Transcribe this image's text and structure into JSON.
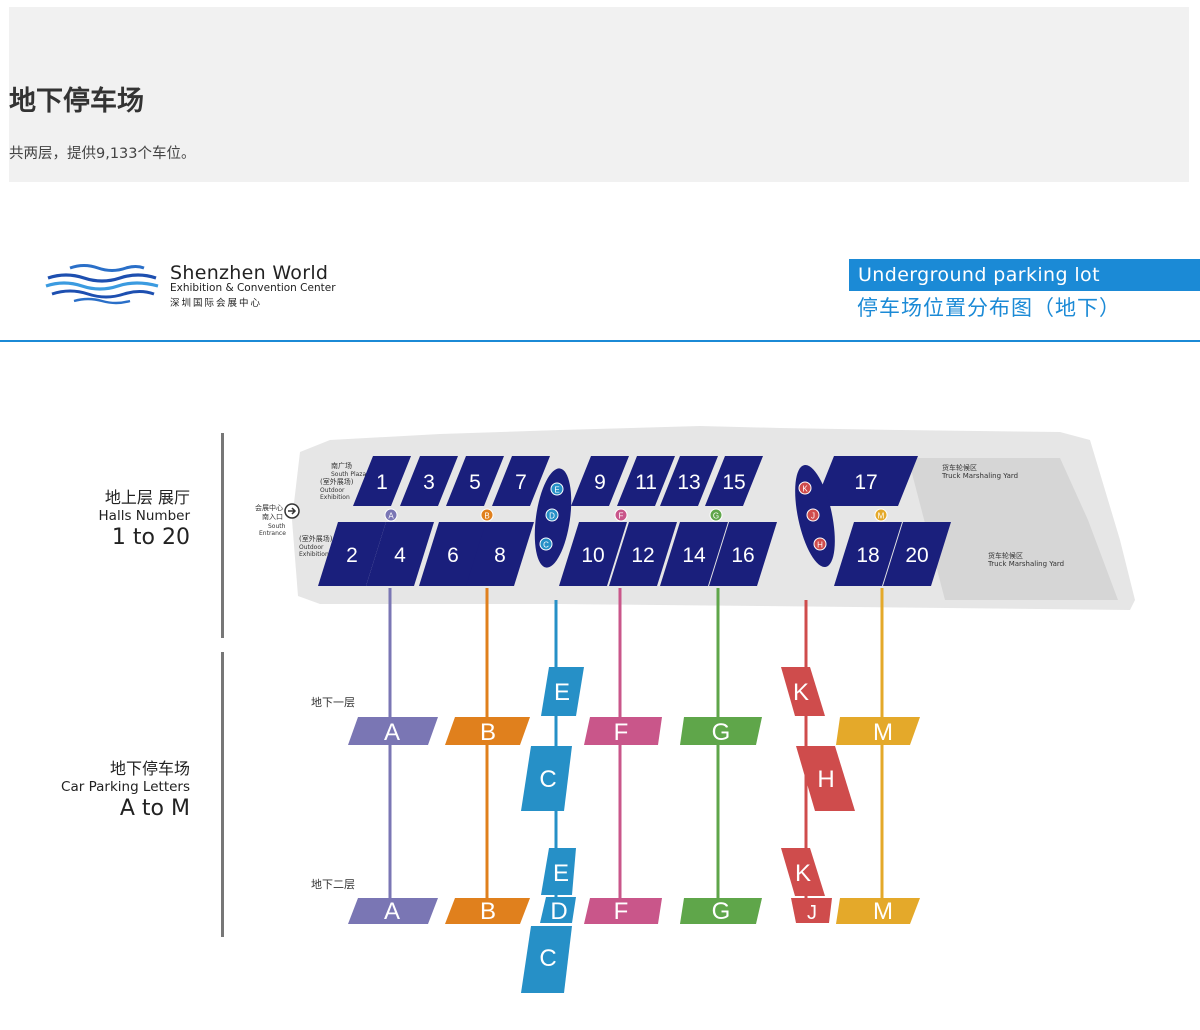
{
  "info": {
    "title": "地下停车场",
    "description": "共两层，提供9,133个车位。"
  },
  "logo": {
    "name": "Shenzhen World",
    "subtitle": "Exhibition & Convention Center",
    "chinese": "深圳国际会展中心"
  },
  "banner": {
    "english": "Underground parking lot",
    "chinese": "停车场位置分布图（地下）"
  },
  "left_labels": {
    "halls_cn": "地上层 展厅",
    "halls_en": "Halls Number",
    "halls_range": "1 to 20",
    "parking_cn": "地下停车场",
    "parking_en": "Car Parking Letters",
    "parking_range": "A to M"
  },
  "map_labels": {
    "south_plaza_cn": "南广场",
    "south_plaza_en": "South Plaza",
    "outdoor_cn": "(室外展场)",
    "outdoor_en1": "Outdoor",
    "outdoor_en2": "Exhibition",
    "entrance_cn1": "会展中心",
    "entrance_cn2": "南入口",
    "entrance_en1": "South",
    "entrance_en2": "Entrance",
    "truck_cn": "货车轮候区",
    "truck_en": "Truck Marshaling Yard",
    "level_b1": "地下一层",
    "level_b2": "地下二层"
  },
  "halls": {
    "top_row": [
      "1",
      "3",
      "5",
      "7",
      "9",
      "11",
      "13",
      "15",
      "17"
    ],
    "bottom_row": [
      "2",
      "4",
      "6",
      "8",
      "10",
      "12",
      "14",
      "16",
      "18",
      "20"
    ]
  },
  "parking_letters": {
    "A": {
      "color": "#7a76b4"
    },
    "B": {
      "color": "#e0801d"
    },
    "C": {
      "color": "#2690c7"
    },
    "D": {
      "color": "#2690c7"
    },
    "E": {
      "color": "#2690c7"
    },
    "F": {
      "color": "#c9568a"
    },
    "G": {
      "color": "#5fa64a"
    },
    "H": {
      "color": "#cf4c4c"
    },
    "J": {
      "color": "#cf4c4c"
    },
    "K": {
      "color": "#cf4c4c"
    },
    "M": {
      "color": "#e4a92a"
    }
  },
  "colors": {
    "hall": "#1a1f7c",
    "accent_blue": "#1b8ad6",
    "map_ground": "#e6e6e6"
  }
}
